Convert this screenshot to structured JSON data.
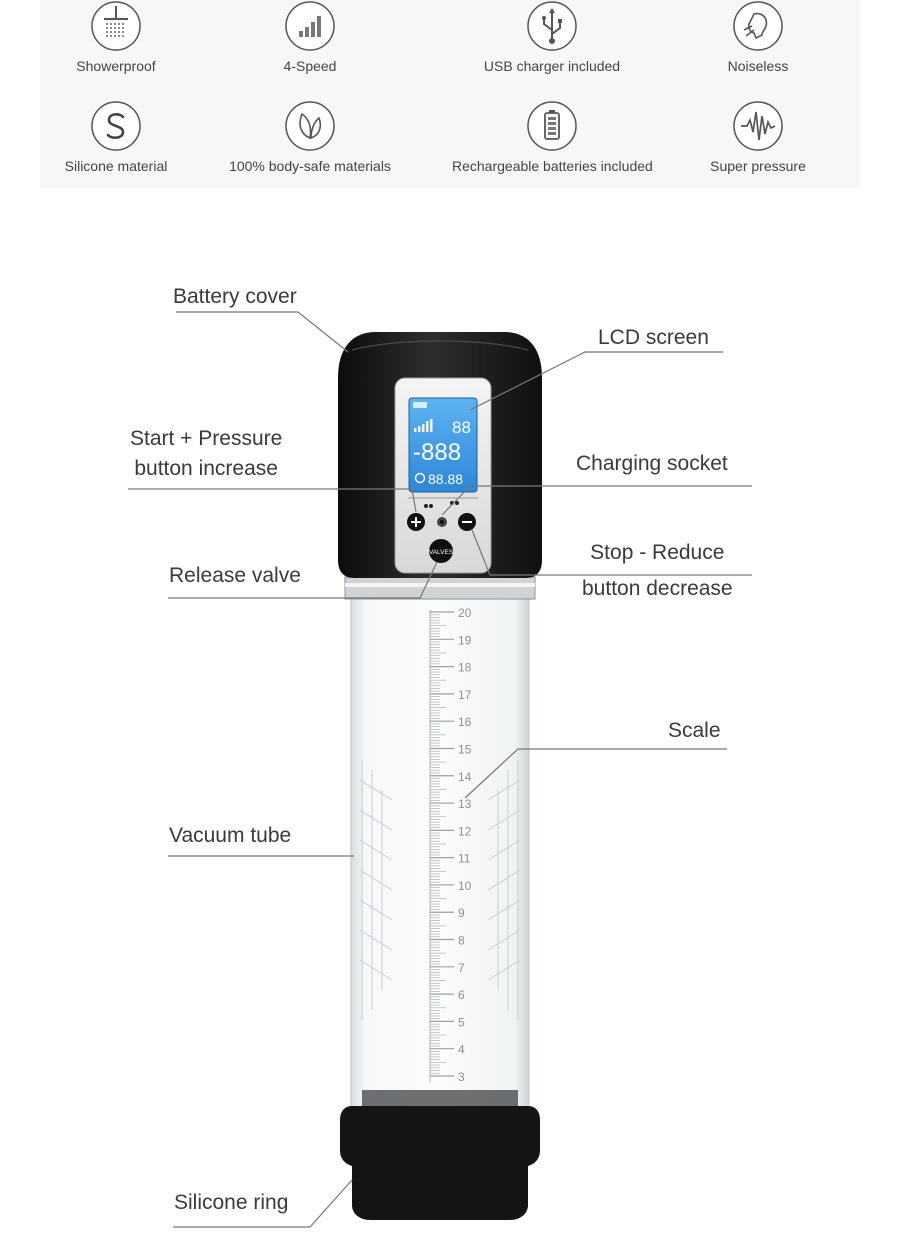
{
  "features": [
    {
      "label": "Showerproof",
      "icon": "shower-icon"
    },
    {
      "label": "4-Speed",
      "icon": "speed-levels-icon"
    },
    {
      "label": "USB charger included",
      "icon": "usb-icon"
    },
    {
      "label": "Noiseless",
      "icon": "quiet-icon"
    },
    {
      "label": "Silicone material",
      "icon": "silicone-s-icon"
    },
    {
      "label": "100% body-safe materials",
      "icon": "leaf-icon"
    },
    {
      "label": "Rechargeable batteries included",
      "icon": "battery-icon"
    },
    {
      "label": "Super pressure",
      "icon": "waveform-icon"
    }
  ],
  "callouts": {
    "battery_cover": "Battery cover",
    "lcd_screen": "LCD screen",
    "start_line1": "Start + Pressure",
    "start_line2": "button increase",
    "charging_socket": "Charging socket",
    "stop_line1": "Stop - Reduce",
    "stop_line2": "button decrease",
    "release_valve": "Release valve",
    "scale": "Scale",
    "vacuum_tube": "Vacuum tube",
    "silicone_ring": "Silicone ring"
  },
  "lcd": {
    "top_digits": "88",
    "middle_digits": "-888",
    "bottom_digits": "88.88",
    "valve_label": "VALVES"
  },
  "scale_numbers": [
    "20",
    "19",
    "18",
    "17",
    "16",
    "15",
    "14",
    "13",
    "12",
    "11",
    "10",
    "9",
    "8",
    "7",
    "6",
    "5",
    "4",
    "3"
  ],
  "colors": {
    "device_black": "#1a1a1a",
    "lcd_blue": "#4aa3e8",
    "tube": "#e9eef0",
    "line": "#6a6a6a"
  }
}
